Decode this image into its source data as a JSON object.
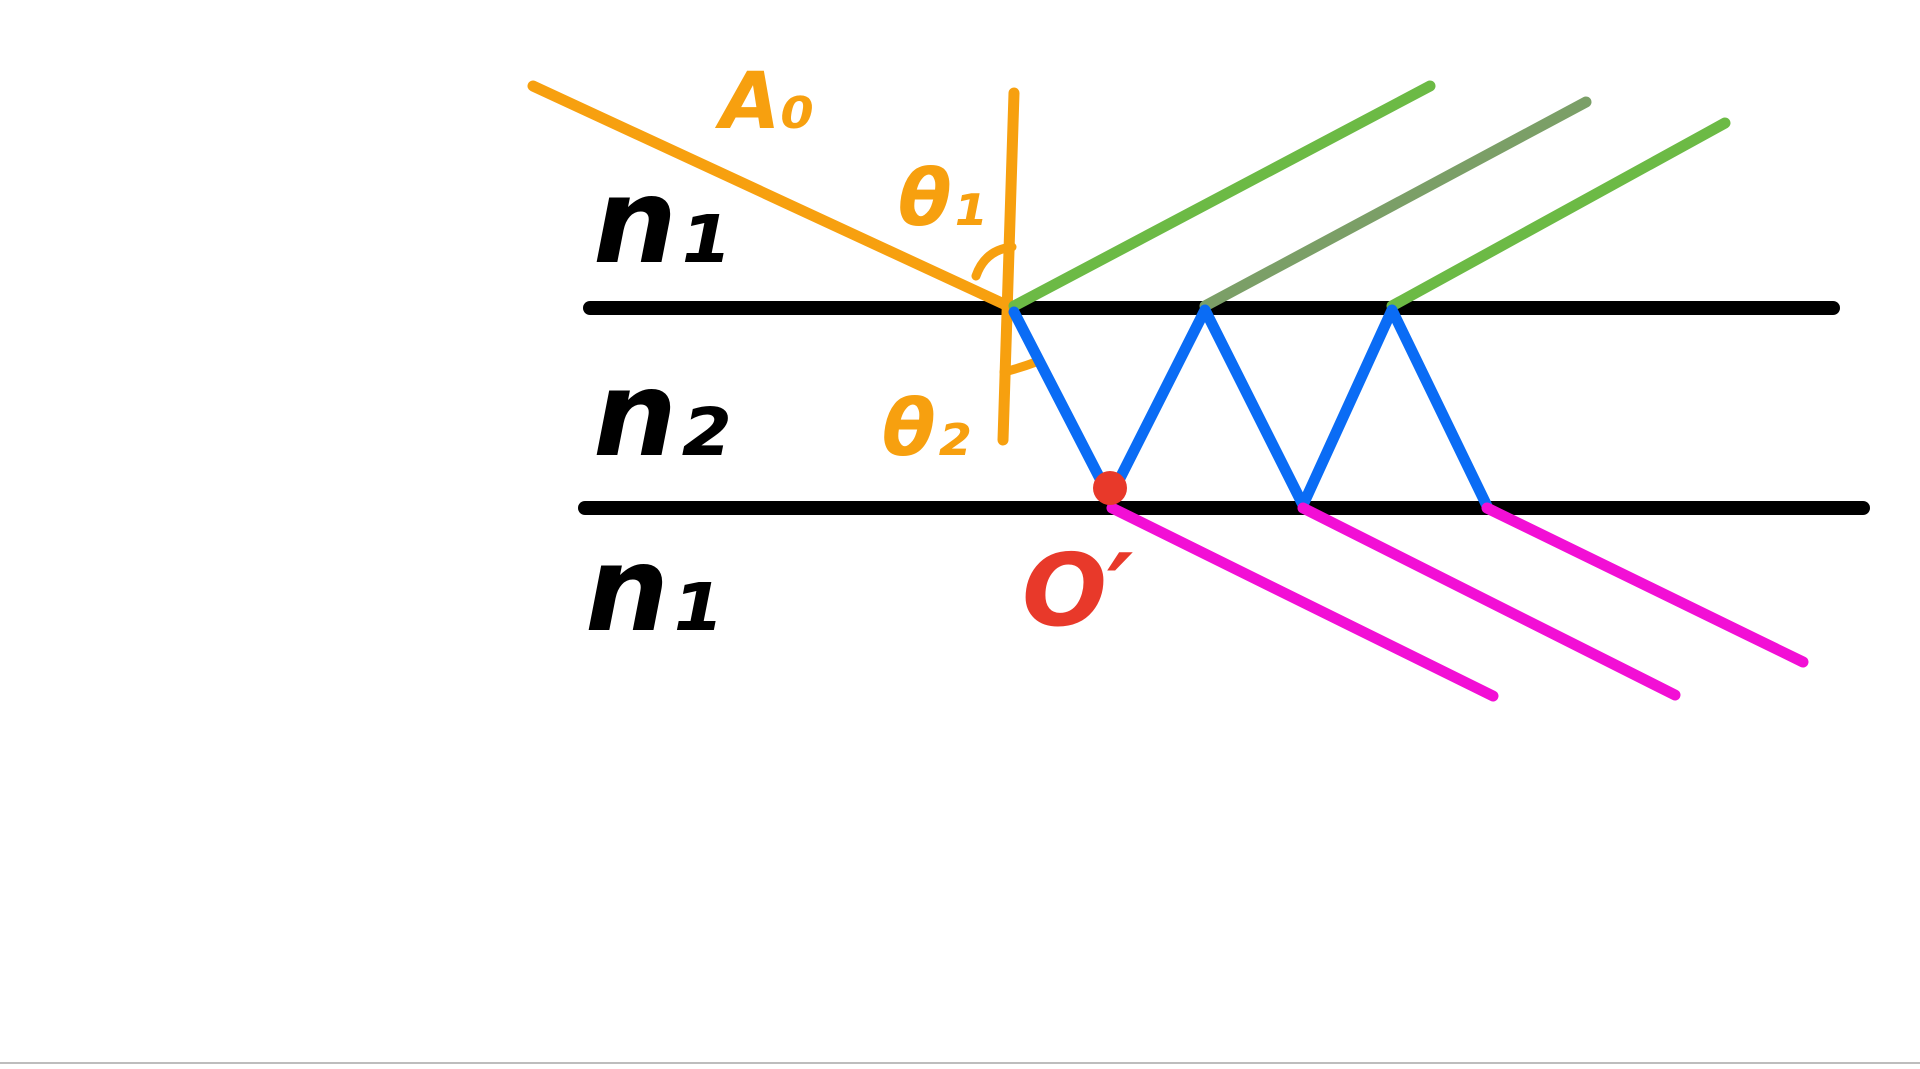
{
  "labels": {
    "incident_amplitude": "A₀",
    "incident_angle": "θ₁",
    "refraction_angle": "θ₂",
    "top_medium": "n₁",
    "middle_medium": "n₂",
    "bottom_medium": "n₁",
    "point": "O′"
  },
  "colors": {
    "interfaces": "#000000",
    "incident_ray": "#f7a00f",
    "reflected_rays": "#6cba45",
    "internal_rays": "#0a6cf5",
    "transmitted_rays": "#f20fd5",
    "point": "#e8392a"
  }
}
